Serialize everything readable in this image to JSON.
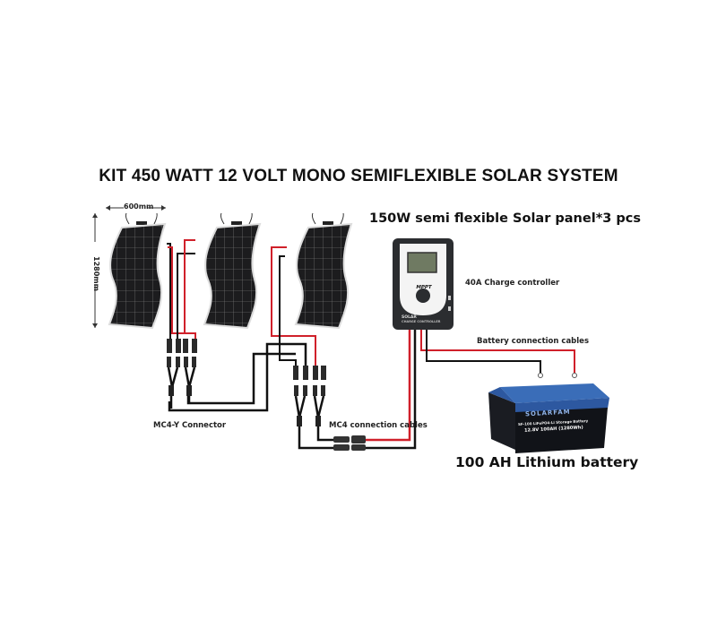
{
  "title": "KIT 450 WATT 12 VOLT MONO SEMIFLEXIBLE SOLAR SYSTEM",
  "panels": {
    "label": "150W semi flexible Solar panel*3 pcs",
    "count": 3,
    "width_dim": "600mm",
    "height_dim": "1280mm"
  },
  "controller": {
    "label": "40A Charge controller",
    "type_text": "MPPT",
    "brand_text": "SOLAR",
    "sub_text": "CHARGE CONTROLLER"
  },
  "battery": {
    "label": "100 AH Lithium battery",
    "brand": "SOLARFAM",
    "model_line": "SF-100  LiFePO4-Li Storage Battery",
    "spec_line": "12.8V 100AH (1280Wh)"
  },
  "connectors": {
    "mc4_y": "MC4-Y Connector",
    "mc4_cables": "MC4 connection cables",
    "battery_cables": "Battery connection cables"
  },
  "colors": {
    "positive_wire": "#d0202a",
    "negative_wire": "#111111",
    "panel": "#1c1c1e",
    "battery_top": "#2f5fa8",
    "battery_body": "#111318"
  }
}
